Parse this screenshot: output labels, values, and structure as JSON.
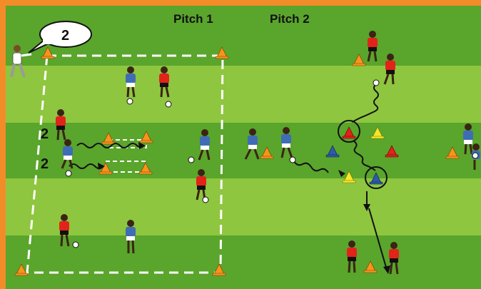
{
  "labels": {
    "pitch1": "Pitch 1",
    "pitch2": "Pitch 2",
    "coach_bubble": "2",
    "gate_label_top": "2",
    "gate_label_bottom": "2"
  },
  "colors": {
    "frame": "#f28c28",
    "grass_light": "#8ec63f",
    "grass_dark": "#5aa52c",
    "line": "#ffffff",
    "team_red": "#e2231a",
    "team_blue": "#3e6db5",
    "cone_orange": "#f7941d",
    "cone_red": "#e2231a",
    "cone_blue": "#2f5aa8",
    "cone_yellow": "#f5e62a"
  }
}
